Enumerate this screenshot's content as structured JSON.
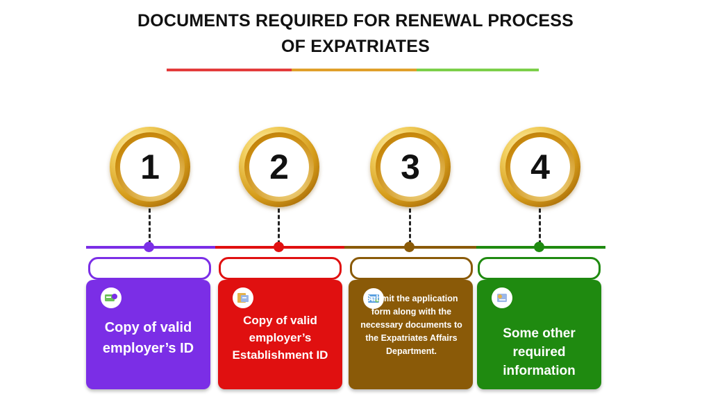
{
  "title": {
    "line1": "DOCUMENTS REQUIRED FOR RENEWAL PROCESS",
    "line2": "OF EXPATRIATES"
  },
  "colors": {
    "step1": "#7b2ee6",
    "step2": "#e01010",
    "step3": "#8a5a08",
    "step4": "#1f8a10"
  },
  "steps": [
    {
      "number": "1",
      "text": "Copy of valid employer’s ID",
      "icon": "id-card-icon"
    },
    {
      "number": "2",
      "text": "Copy of valid employer’s Establishment ID",
      "icon": "document-icon"
    },
    {
      "number": "3",
      "text": "Submit the application form along with the necessary documents to the Expatriates Affairs Department.",
      "icon": "form-icon"
    },
    {
      "number": "4",
      "text": "Some other required information",
      "icon": "info-globe-icon"
    }
  ]
}
